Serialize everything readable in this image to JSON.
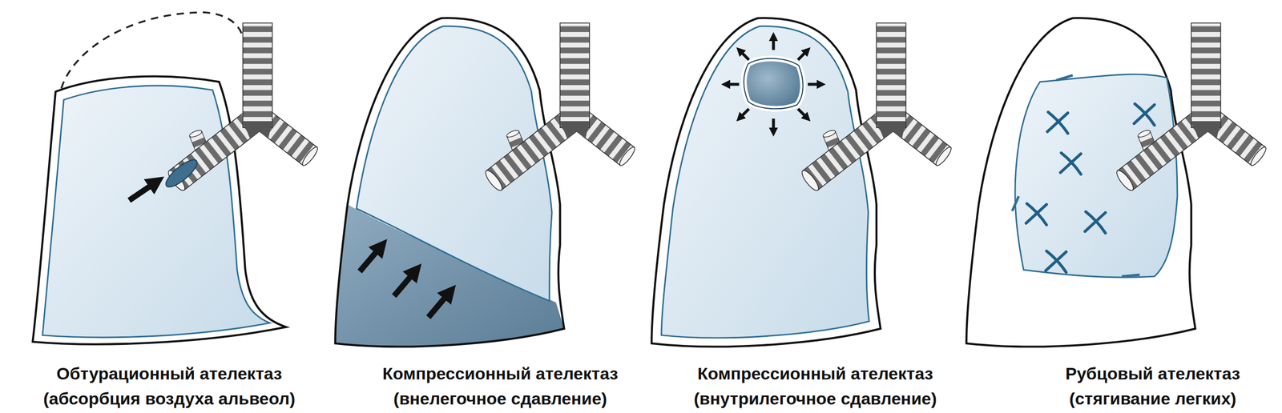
{
  "diagram": {
    "labels": [
      "Обтурационный ателектаз",
      "(абсорбция воздуха альвеол)",
      "Компрессионный ателектаз",
      "(внелегочное сдавление)",
      "Компрессионный ателектаз",
      "(внутрилегочное сдавление)",
      "Рубцовый ателектаз",
      "(стягивание легких)"
    ]
  }
}
